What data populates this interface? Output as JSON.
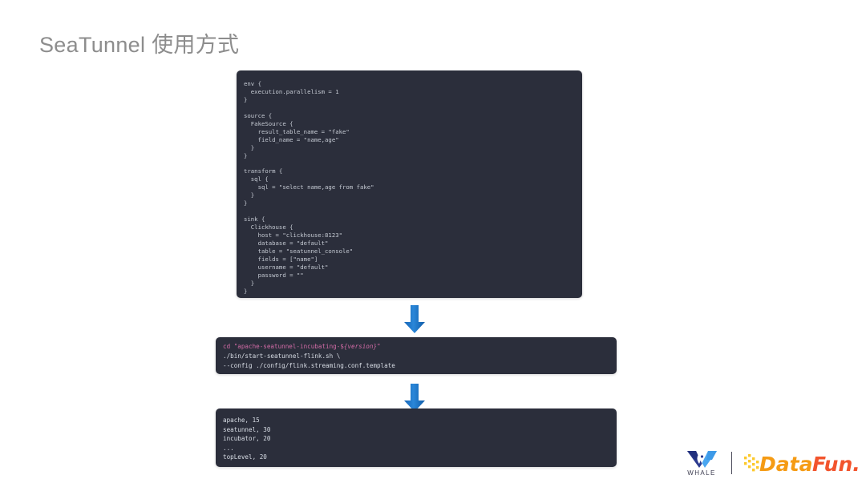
{
  "slide": {
    "title": "SeaTunnel 使用方式"
  },
  "config_panel": {
    "name": "seatunnel-config",
    "code": "env {\n  execution.parallelism = 1\n}\n\nsource {\n  FakeSource {\n    result_table_name = \"fake\"\n    field_name = \"name,age\"\n  }\n}\n\ntransform {\n  sql {\n    sql = \"select name,age from fake\"\n  }\n}\n\nsink {\n  Clickhouse {\n    host = \"clickhouse:8123\"\n    database = \"default\"\n    table = \"seatunnel_console\"\n    fields = [\"name\"]\n    username = \"default\"\n    password = \"\"\n  }\n}"
  },
  "command_panel": {
    "name": "run-command",
    "line1_prefix": "cd \"apache-seatunnel-incubating-$",
    "line1_var": "{version}",
    "line1_suffix": "\"",
    "line2": "./bin/start-seatunnel-flink.sh \\",
    "line3": "--config ./config/flink.streaming.conf.template"
  },
  "output_panel": {
    "name": "job-output",
    "lines": [
      "apache, 15",
      "seatunnel, 30",
      "incubator, 20",
      "...",
      "topLevel, 20"
    ]
  },
  "arrows": [
    {
      "label": "arrow-config-to-command"
    },
    {
      "label": "arrow-command-to-output"
    }
  ],
  "footer": {
    "whale_label": "WHALE",
    "datafun_data": "Data",
    "datafun_fun": "Fun."
  },
  "colors": {
    "panel_background": "#2b2e3b",
    "code_text": "#c5cad3",
    "command_accent": "#d16ba5",
    "arrow_blue": "#1f7fd0",
    "title_grey": "#8d8d8d",
    "whale_dark": "#2b3a8f",
    "whale_light": "#3d9ae8",
    "datafun_orange": "#f59b14",
    "datafun_red": "#f2542d",
    "datafun_yellow": "#fcc92c"
  }
}
